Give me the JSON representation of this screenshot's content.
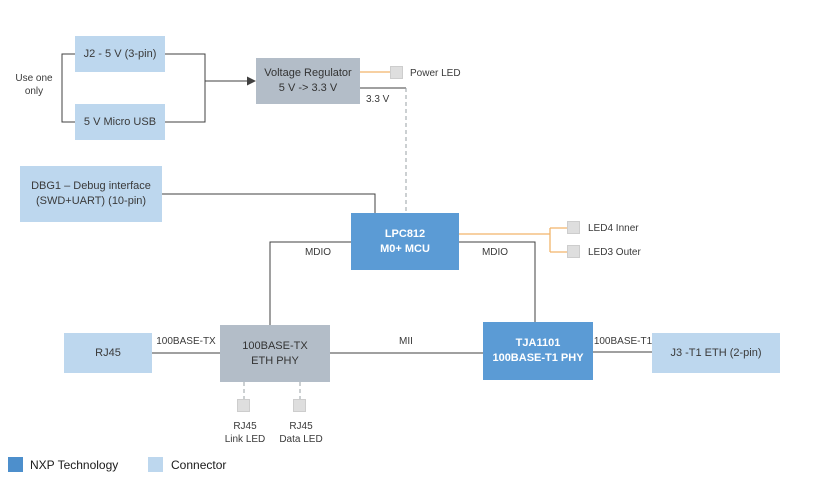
{
  "diagram": {
    "blocks": {
      "j2": {
        "label": "J2 - 5 V (3-pin)"
      },
      "usb": {
        "label": "5 V Micro USB"
      },
      "vreg": {
        "line1": "Voltage Regulator",
        "line2": "5 V -> 3.3 V"
      },
      "dbg": {
        "line1": "DBG1 – Debug interface",
        "line2": "(SWD+UART) (10-pin)"
      },
      "mcu": {
        "line1": "LPC812",
        "line2": "M0+ MCU"
      },
      "rj45": {
        "label": "RJ45"
      },
      "ethphy": {
        "line1": "100BASE-TX",
        "line2": "ETH PHY"
      },
      "tja": {
        "line1": "TJA1101",
        "line2": "100BASE-T1 PHY"
      },
      "j3": {
        "label": "J3 -T1 ETH (2-pin)"
      }
    },
    "labels": {
      "use_one": {
        "line1": "Use one",
        "line2": "only"
      },
      "power_led": "Power LED",
      "rail_33v": "3.3 V",
      "led4_inner": "LED4 Inner",
      "led3_outer": "LED3 Outer",
      "mdio_left": "MDIO",
      "mdio_right": "MDIO",
      "link_100base_tx": "100BASE-TX",
      "mii": "MII",
      "link_100base_t1": "100BASE-T1",
      "rj45_link_led": {
        "line1": "RJ45",
        "line2": "Link LED"
      },
      "rj45_data_led": {
        "line1": "RJ45",
        "line2": "Data LED"
      }
    },
    "legend": {
      "nxp_label": "NXP Technology",
      "connector_label": "Connector"
    },
    "colors": {
      "connector_fill": "#BDD7EE",
      "gray_fill": "#B3BDC8",
      "nxp_fill": "#5B9BD5",
      "legend_nxp_fill": "#4D8FCC",
      "led_square_fill": "#DEDEDE",
      "led_wire": "#F2B56B",
      "wire": "#404040"
    }
  }
}
